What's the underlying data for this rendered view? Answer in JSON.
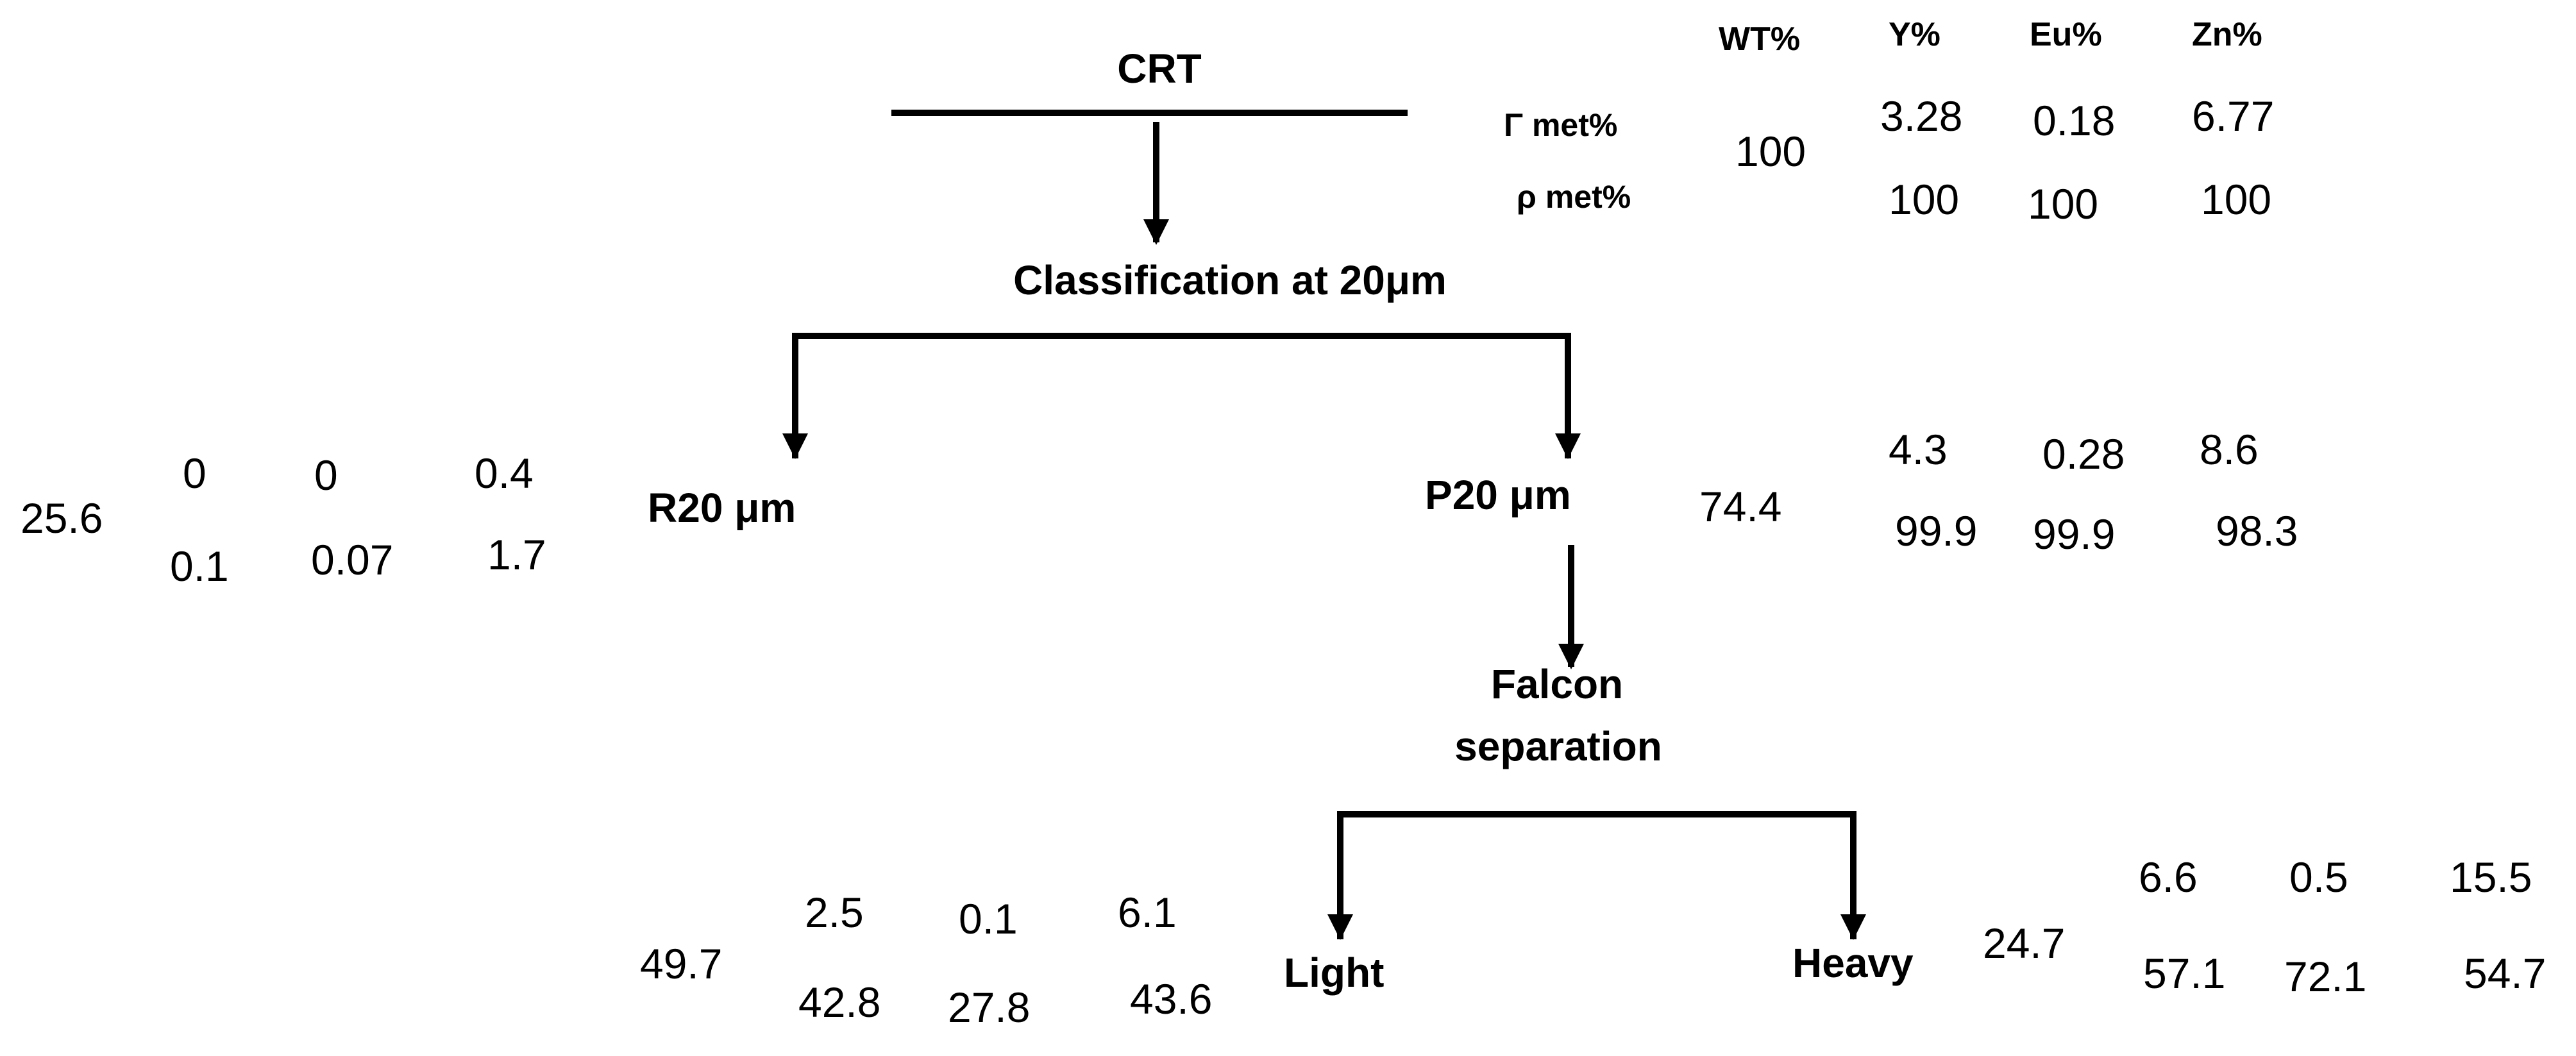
{
  "nodes": {
    "crt": "CRT",
    "classification": "Classification at 20μm",
    "r20": "R20 μm",
    "p20": "P20 μm",
    "falcon": [
      "Falcon",
      "separation"
    ],
    "light": "Light",
    "heavy": "Heavy"
  },
  "columns": [
    "WT%",
    "Y%",
    "Eu%",
    "Zn%"
  ],
  "row_labels": {
    "grade": "Γ met%",
    "recovery": "ρ met%"
  },
  "streams": {
    "crt": {
      "wt": "100",
      "grade": [
        "3.28",
        "0.18",
        "6.77"
      ],
      "recovery": [
        "100",
        "100",
        "100"
      ]
    },
    "r20": {
      "wt": "25.6",
      "grade": [
        "0",
        "0",
        "0.4"
      ],
      "recovery": [
        "0.1",
        "0.07",
        "1.7"
      ]
    },
    "p20": {
      "wt": "74.4",
      "grade": [
        "4.3",
        "0.28",
        "8.6"
      ],
      "recovery": [
        "99.9",
        "99.9",
        "98.3"
      ]
    },
    "light": {
      "wt": "49.7",
      "grade": [
        "2.5",
        "0.1",
        "6.1"
      ],
      "recovery": [
        "42.8",
        "27.8",
        "43.6"
      ]
    },
    "heavy": {
      "wt": "24.7",
      "grade": [
        "6.6",
        "0.5",
        "15.5"
      ],
      "recovery": [
        "57.1",
        "72.1",
        "54.7"
      ]
    }
  }
}
